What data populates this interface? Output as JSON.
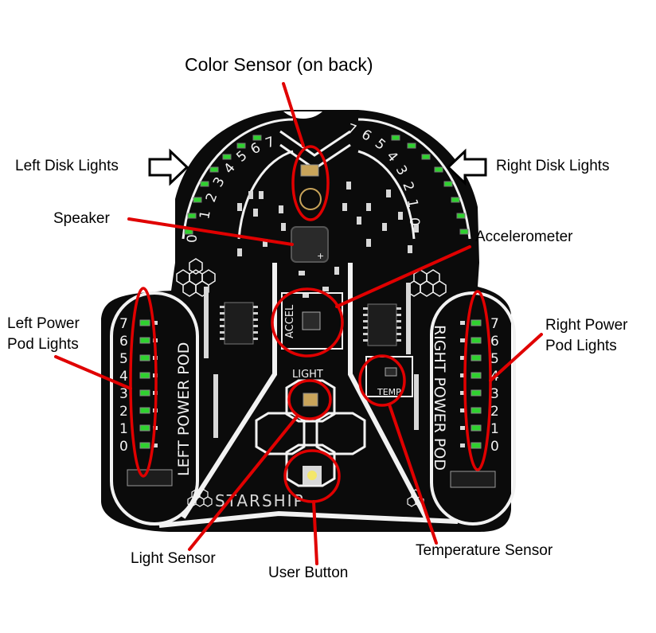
{
  "labels": {
    "color_sensor": "Color Sensor (on back)",
    "left_disk_lights": "Left Disk Lights",
    "right_disk_lights": "Right Disk Lights",
    "speaker": "Speaker",
    "accelerometer": "Accelerometer",
    "left_power_pod_line1": "Left Power",
    "left_power_pod_line2": "Pod Lights",
    "right_power_pod_line1": "Right Power",
    "right_power_pod_line2": "Pod Lights",
    "light_sensor": "Light Sensor",
    "user_button": "User Button",
    "temperature_sensor": "Temperature Sensor"
  },
  "board": {
    "left_pod_label": "LEFT POWER POD",
    "right_pod_label": "RIGHT POWER POD",
    "accel_label": "ACCEL",
    "light_label": "LIGHT",
    "temp_label": "TEMP",
    "brand": "STARSHIP",
    "disk_numbers_left": [
      "0",
      "1",
      "2",
      "3",
      "4",
      "5",
      "6",
      "7"
    ],
    "disk_numbers_right": [
      "7",
      "6",
      "5",
      "4",
      "3",
      "2",
      "1",
      "0"
    ],
    "pod_numbers": [
      "7",
      "6",
      "5",
      "4",
      "3",
      "2",
      "1",
      "0"
    ]
  },
  "colors": {
    "pcb": "#0b0b0b",
    "silkscreen": "#f2f2f2",
    "callout_line": "#e00000",
    "led_green": "#2fd12f",
    "chip": "#1d1d1d",
    "pad": "#c9a45a"
  }
}
